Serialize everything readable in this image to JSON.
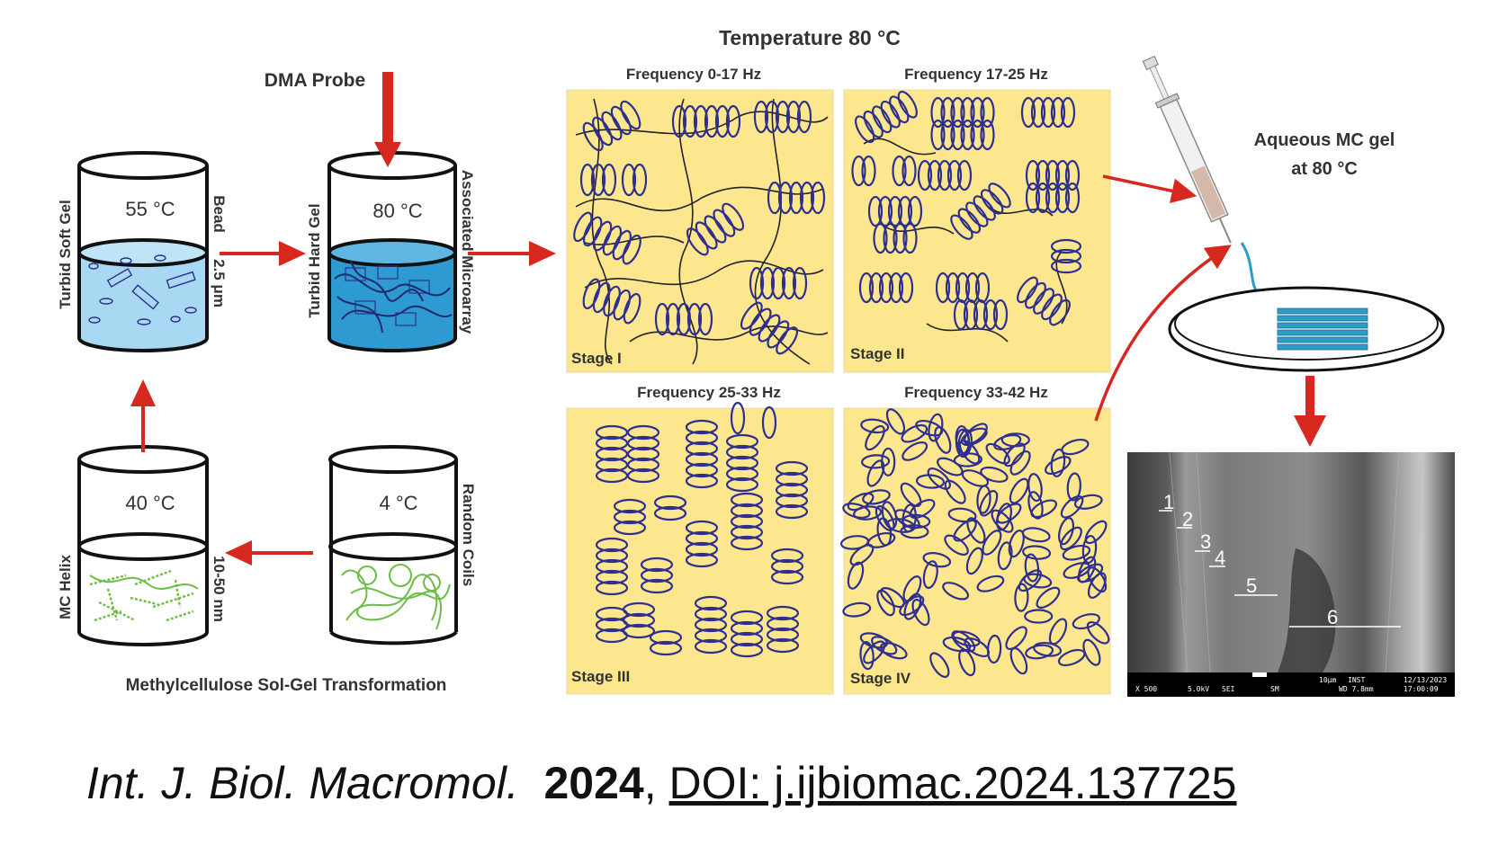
{
  "temperature_title": "Temperature 80 °C",
  "dma_probe": "DMA Probe",
  "bottom_caption": "Methylcellulose Sol-Gel Transformation",
  "beakers": {
    "soft_gel": {
      "temp": "55 °C",
      "label": "Turbid Soft Gel",
      "side": "Bead",
      "size": "2.5 μm"
    },
    "hard_gel": {
      "temp": "80 °C",
      "label": "Turbid Hard Gel",
      "side": "Associated Microarray"
    },
    "helix": {
      "temp": "40 °C",
      "label": "MC Helix",
      "size": "10-50 nm"
    },
    "coils": {
      "temp": "4 °C",
      "side": "Random Coils"
    }
  },
  "panels": [
    {
      "frequency": "Frequency 0-17 Hz",
      "stage": "Stage I"
    },
    {
      "frequency": "Frequency 17-25 Hz",
      "stage": "Stage II"
    },
    {
      "frequency": "Frequency 25-33 Hz",
      "stage": "Stage III"
    },
    {
      "frequency": "Frequency 33-42 Hz",
      "stage": "Stage IV"
    }
  ],
  "aqueous_label": {
    "line1": "Aqueous MC gel",
    "line2": "at 80 °C"
  },
  "sem": {
    "layers": [
      "1",
      "2",
      "3",
      "4",
      "5",
      "6"
    ],
    "info_bar": [
      "X 500",
      "5.0kV",
      "SEI",
      "SM",
      "10μm",
      "INST",
      "WD 7.8mm",
      "12/13/2023",
      "17:00:09"
    ]
  },
  "citation": {
    "journal": "Int. J. Biol. Macromol.",
    "year": "2024",
    "separator": ", ",
    "doi": "DOI:  j.ijbiomac.2024.137725"
  },
  "colors": {
    "arrow": "#d6281f",
    "panel": "#fce78f",
    "helix": "#2e2f8e",
    "liquid_light": "#a9d8f3",
    "liquid_dark": "#2d9ad2",
    "green_fiber": "#6dbd45",
    "fiber_blue": "#2c9cc9"
  }
}
